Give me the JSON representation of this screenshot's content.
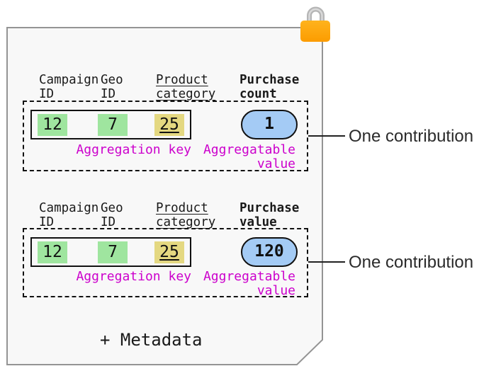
{
  "diagram_title": "aggregatable report contributions",
  "lock": {
    "icon": "padlock",
    "body_color": "#ffa60a",
    "shackle_color": "#b5b5b5"
  },
  "document": {
    "fill": "#f8f8f8",
    "border_color": "#949494"
  },
  "colors": {
    "key_cell_green": "#9fe59f",
    "key_cell_khaki": "#e4d881",
    "value_pill_blue": "#a4cbf5",
    "magenta_label": "#cc00cc",
    "border_black": "#111111"
  },
  "sections": [
    {
      "headers": [
        {
          "line1": "Campaign",
          "line2": "ID"
        },
        {
          "line1": "Geo",
          "line2": "ID"
        },
        {
          "line1": "Product",
          "line2": "category"
        },
        {
          "line1": "Purchase",
          "line2": "count"
        }
      ],
      "key_cells": [
        {
          "value": "12"
        },
        {
          "value": "7"
        },
        {
          "value": "25"
        }
      ],
      "aggregation_key_label": "Aggregation key",
      "aggregatable_value_line1": "Aggregatable",
      "aggregatable_value_line2": "value",
      "pill_value": "1",
      "contribution_label": "One contribution"
    },
    {
      "headers": [
        {
          "line1": "Campaign",
          "line2": "ID"
        },
        {
          "line1": "Geo",
          "line2": "ID"
        },
        {
          "line1": "Product",
          "line2": "category"
        },
        {
          "line1": "Purchase",
          "line2": "value"
        }
      ],
      "key_cells": [
        {
          "value": "12"
        },
        {
          "value": "7"
        },
        {
          "value": "25"
        }
      ],
      "aggregation_key_label": "Aggregation key",
      "aggregatable_value_line1": "Aggregatable",
      "aggregatable_value_line2": "value",
      "pill_value": "120",
      "contribution_label": "One contribution"
    }
  ],
  "metadata_label": "+ Metadata"
}
